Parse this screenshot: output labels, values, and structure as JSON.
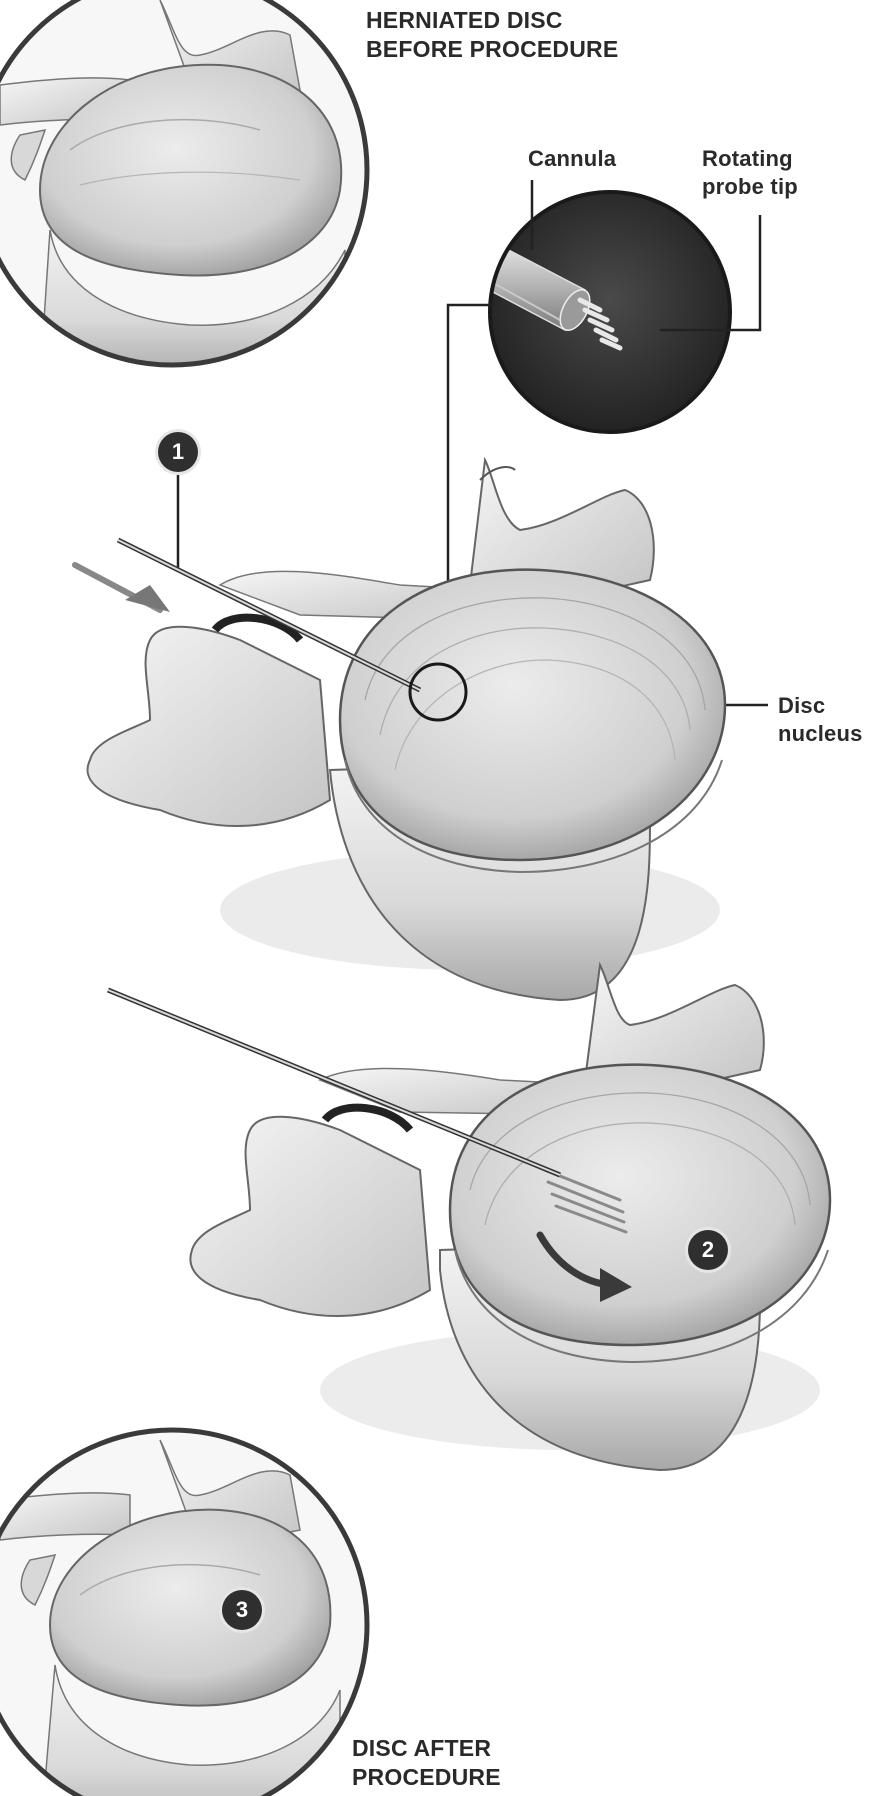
{
  "labels": {
    "before_title": "HERNIATED DISC\nBEFORE PROCEDURE",
    "cannula": "Cannula",
    "probe_tip": "Rotating\nprobe tip",
    "disc_nucleus": "Disc\nnucleus",
    "after_title": "DISC AFTER\nPROCEDURE"
  },
  "steps": {
    "one": "1",
    "two": "2",
    "three": "3"
  },
  "colors": {
    "ink": "#2a2a2a",
    "bone_light": "#f2f2f2",
    "bone_shade": "#bdbdbd",
    "zoom_bg": "#2b2b2b"
  }
}
